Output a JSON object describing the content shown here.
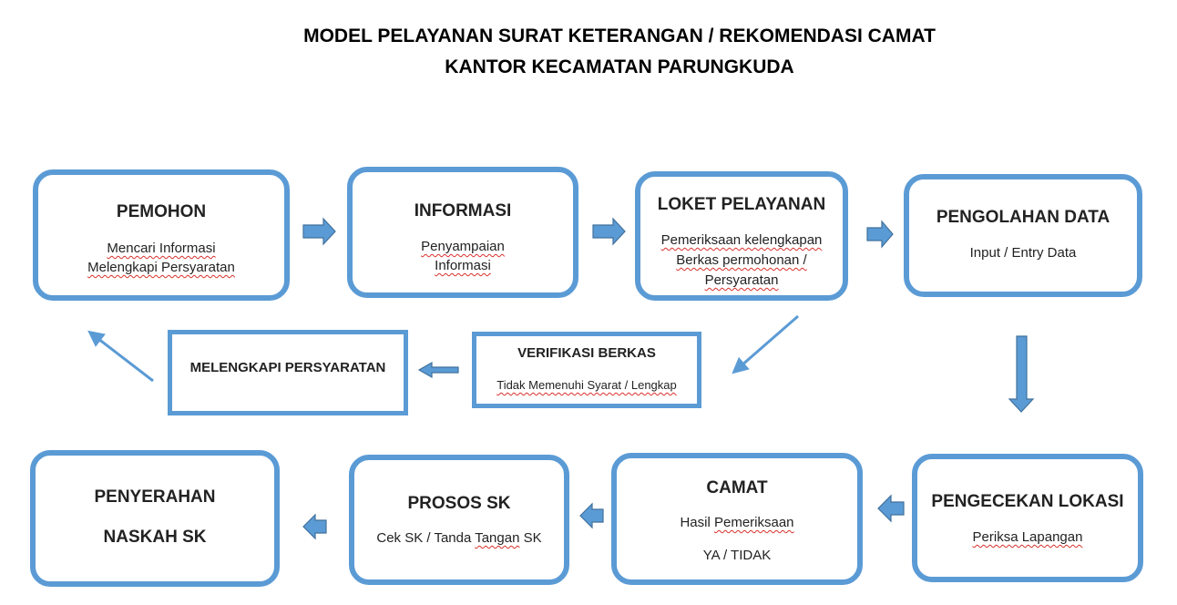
{
  "title": {
    "line1": "MODEL PELAYANAN SURAT KETERANGAN / REKOMENDASI CAMAT",
    "line2": "KANTOR KECAMATAN PARUNGKUDA"
  },
  "colors": {
    "box_border": "#5b9bd5",
    "arrow_fill": "#5b9bd5",
    "arrow_stroke": "#41719c"
  },
  "nodes": {
    "pemohon": {
      "title": "PEMOHON",
      "lines": [
        "Mencari Informasi",
        "Melengkapi Persyaratan"
      ]
    },
    "informasi": {
      "title": "INFORMASI",
      "lines": [
        "Penyampaian",
        "Informasi"
      ]
    },
    "loket": {
      "title": "LOKET PELAYANAN",
      "lines": [
        "Pemeriksaan kelengkapan",
        "Berkas permohonan /",
        "Persyaratan"
      ]
    },
    "pengolahan": {
      "title": "PENGOLAHAN DATA",
      "lines": [
        "Input / Entry Data"
      ]
    },
    "melengkapi": {
      "title": "MELENGKAPI PERSYARATAN"
    },
    "verifikasi": {
      "title": "VERIFIKASI BERKAS",
      "lines": [
        "Tidak Memenuhi Syarat / Lengkap"
      ]
    },
    "penyerahan": {
      "title_lines": [
        "PENYERAHAN",
        "NASKAH SK"
      ]
    },
    "prosos": {
      "title": "PROSOS SK",
      "lines": [
        "Cek SK / Tanda Tangan SK"
      ]
    },
    "camat": {
      "title": "CAMAT",
      "lines": [
        "Hasil Pemeriksaan",
        "YA / TIDAK"
      ]
    },
    "pengecekan": {
      "title": "PENGECEKAN LOKASI",
      "lines": [
        "Periksa Lapangan"
      ]
    }
  }
}
